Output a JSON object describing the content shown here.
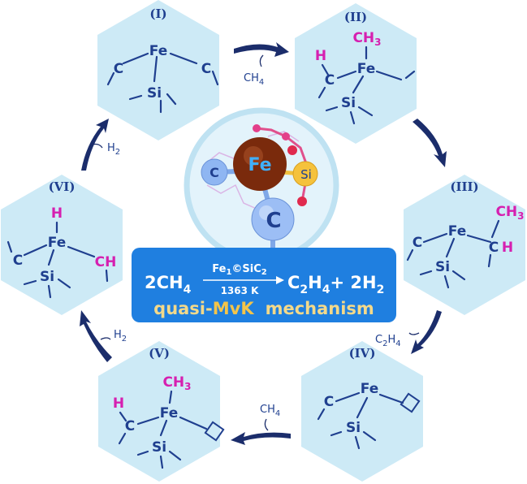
{
  "stages": [
    {
      "label": "(I)"
    },
    {
      "label": "(II)"
    },
    {
      "label": "(III)"
    },
    {
      "label": "(IV)"
    },
    {
      "label": "(V)"
    },
    {
      "label": "(VI)"
    }
  ],
  "atoms": {
    "fe": "Fe",
    "si": "Si",
    "c": "C",
    "h": "H",
    "ch3": "CH",
    "ch3_sub": "3",
    "ch": "CH"
  },
  "byproducts": {
    "ch4_a": "CH",
    "ch4_a_sub": "4",
    "c2h4": "C",
    "c2h4_sub1": "2",
    "c2h4_mid": "H",
    "c2h4_sub2": "4",
    "ch4_b": "CH",
    "ch4_b_sub": "4",
    "h2_a": "H",
    "h2_a_sub": "2",
    "h2_b": "H",
    "h2_b_sub": "2"
  },
  "center": {
    "fe": "Fe",
    "si": "Si",
    "c": "C",
    "reaction_left": "2CH",
    "reaction_left_sub": "4",
    "catalyst": "Fe",
    "catalyst_sub": "1",
    "catalyst_sym": "©",
    "catalyst_rest": "SiC",
    "catalyst_rest_sub": "2",
    "temperature": "1363 K",
    "product_c": "C",
    "product_c_sub": "2",
    "product_h": "H",
    "product_h_sub": "4",
    "product_plus": "+ 2H",
    "product_plus_sub": "2",
    "mechanism_prefix": "quasi-",
    "mechanism_key": "MvK",
    "mechanism_suffix": "mechanism"
  },
  "colors": {
    "hexagon": "#cdeaf6",
    "bond": "#1f3f8f",
    "hydrogen_accent": "#d61fb0",
    "arrow": "#1b2d6b",
    "panel": "#1f7fe0",
    "mvk": "#f3d98a"
  }
}
